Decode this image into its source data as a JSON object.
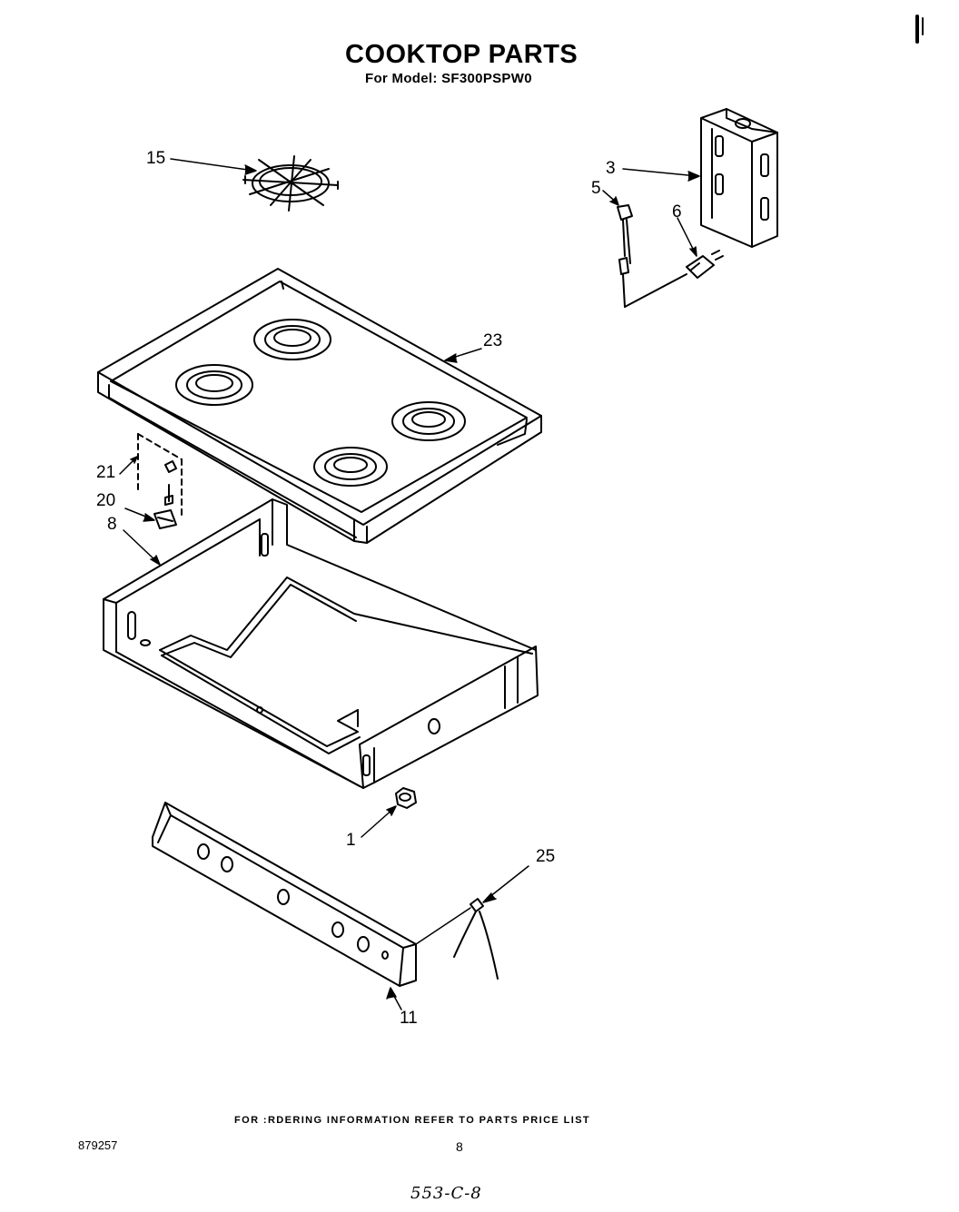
{
  "header": {
    "title": "COOKTOP PARTS",
    "subtitle": "For Model: SF300PSPW0"
  },
  "callouts": [
    {
      "id": "c15",
      "text": "15"
    },
    {
      "id": "c3",
      "text": "3"
    },
    {
      "id": "c5",
      "text": "5"
    },
    {
      "id": "c6",
      "text": "6"
    },
    {
      "id": "c23",
      "text": "23"
    },
    {
      "id": "c21",
      "text": "21"
    },
    {
      "id": "c20",
      "text": "20"
    },
    {
      "id": "c8",
      "text": "8"
    },
    {
      "id": "c1",
      "text": "1"
    },
    {
      "id": "c25",
      "text": "25"
    },
    {
      "id": "c11",
      "text": "11"
    }
  ],
  "footer": {
    "ordering_note": "FOR :RDERING INFORMATION REFER TO PARTS PRICE LIST",
    "document_number": "879257",
    "page_number": "8",
    "handwritten_code": "553-C-8"
  }
}
